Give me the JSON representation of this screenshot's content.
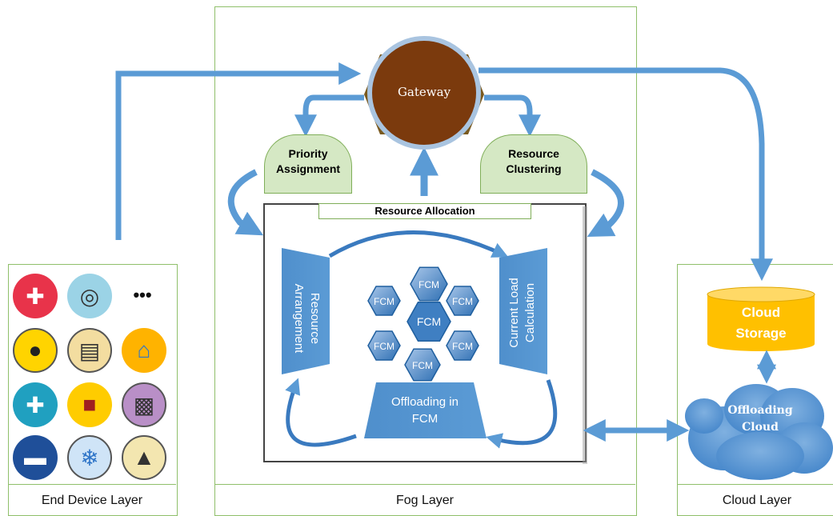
{
  "layers": {
    "end_device": "End Device Layer",
    "fog": "Fog Layer",
    "cloud": "Cloud Layer"
  },
  "gateway": "Gateway",
  "priority_assignment": [
    "Priority",
    "Assignment"
  ],
  "resource_clustering": [
    "Resource",
    "Clustering"
  ],
  "resource_allocation": "Resource Allocation",
  "resource_arrangement": [
    "Resource",
    "Arrangement"
  ],
  "current_load_calculation": [
    "Current Load",
    "Calculation"
  ],
  "offloading_in_fcm": [
    "Offloading in",
    "FCM"
  ],
  "fcm_label": "FCM",
  "cloud_storage": [
    "Cloud",
    "Storage"
  ],
  "offloading_cloud": [
    "Offloading",
    "Cloud"
  ],
  "more_devices": "•••",
  "device_icons": [
    "hospital-bed-icon",
    "washing-machine-icon",
    "more-dots-icon",
    "traffic-light-icon",
    "factory-icon",
    "home-icon",
    "ambulance-icon",
    "cctv-camera-icon",
    "television-icon",
    "car-icon",
    "thermometer-snowflake-icon",
    "power-tower-icon"
  ],
  "colors": {
    "arrow": "#5b9bd5",
    "panel": "#5b9bd5",
    "gateway": "#7b3a0d",
    "green_box": "#d5e8c4",
    "cloud_storage": "#ffc000",
    "layer_border": "#8fbf6a"
  }
}
